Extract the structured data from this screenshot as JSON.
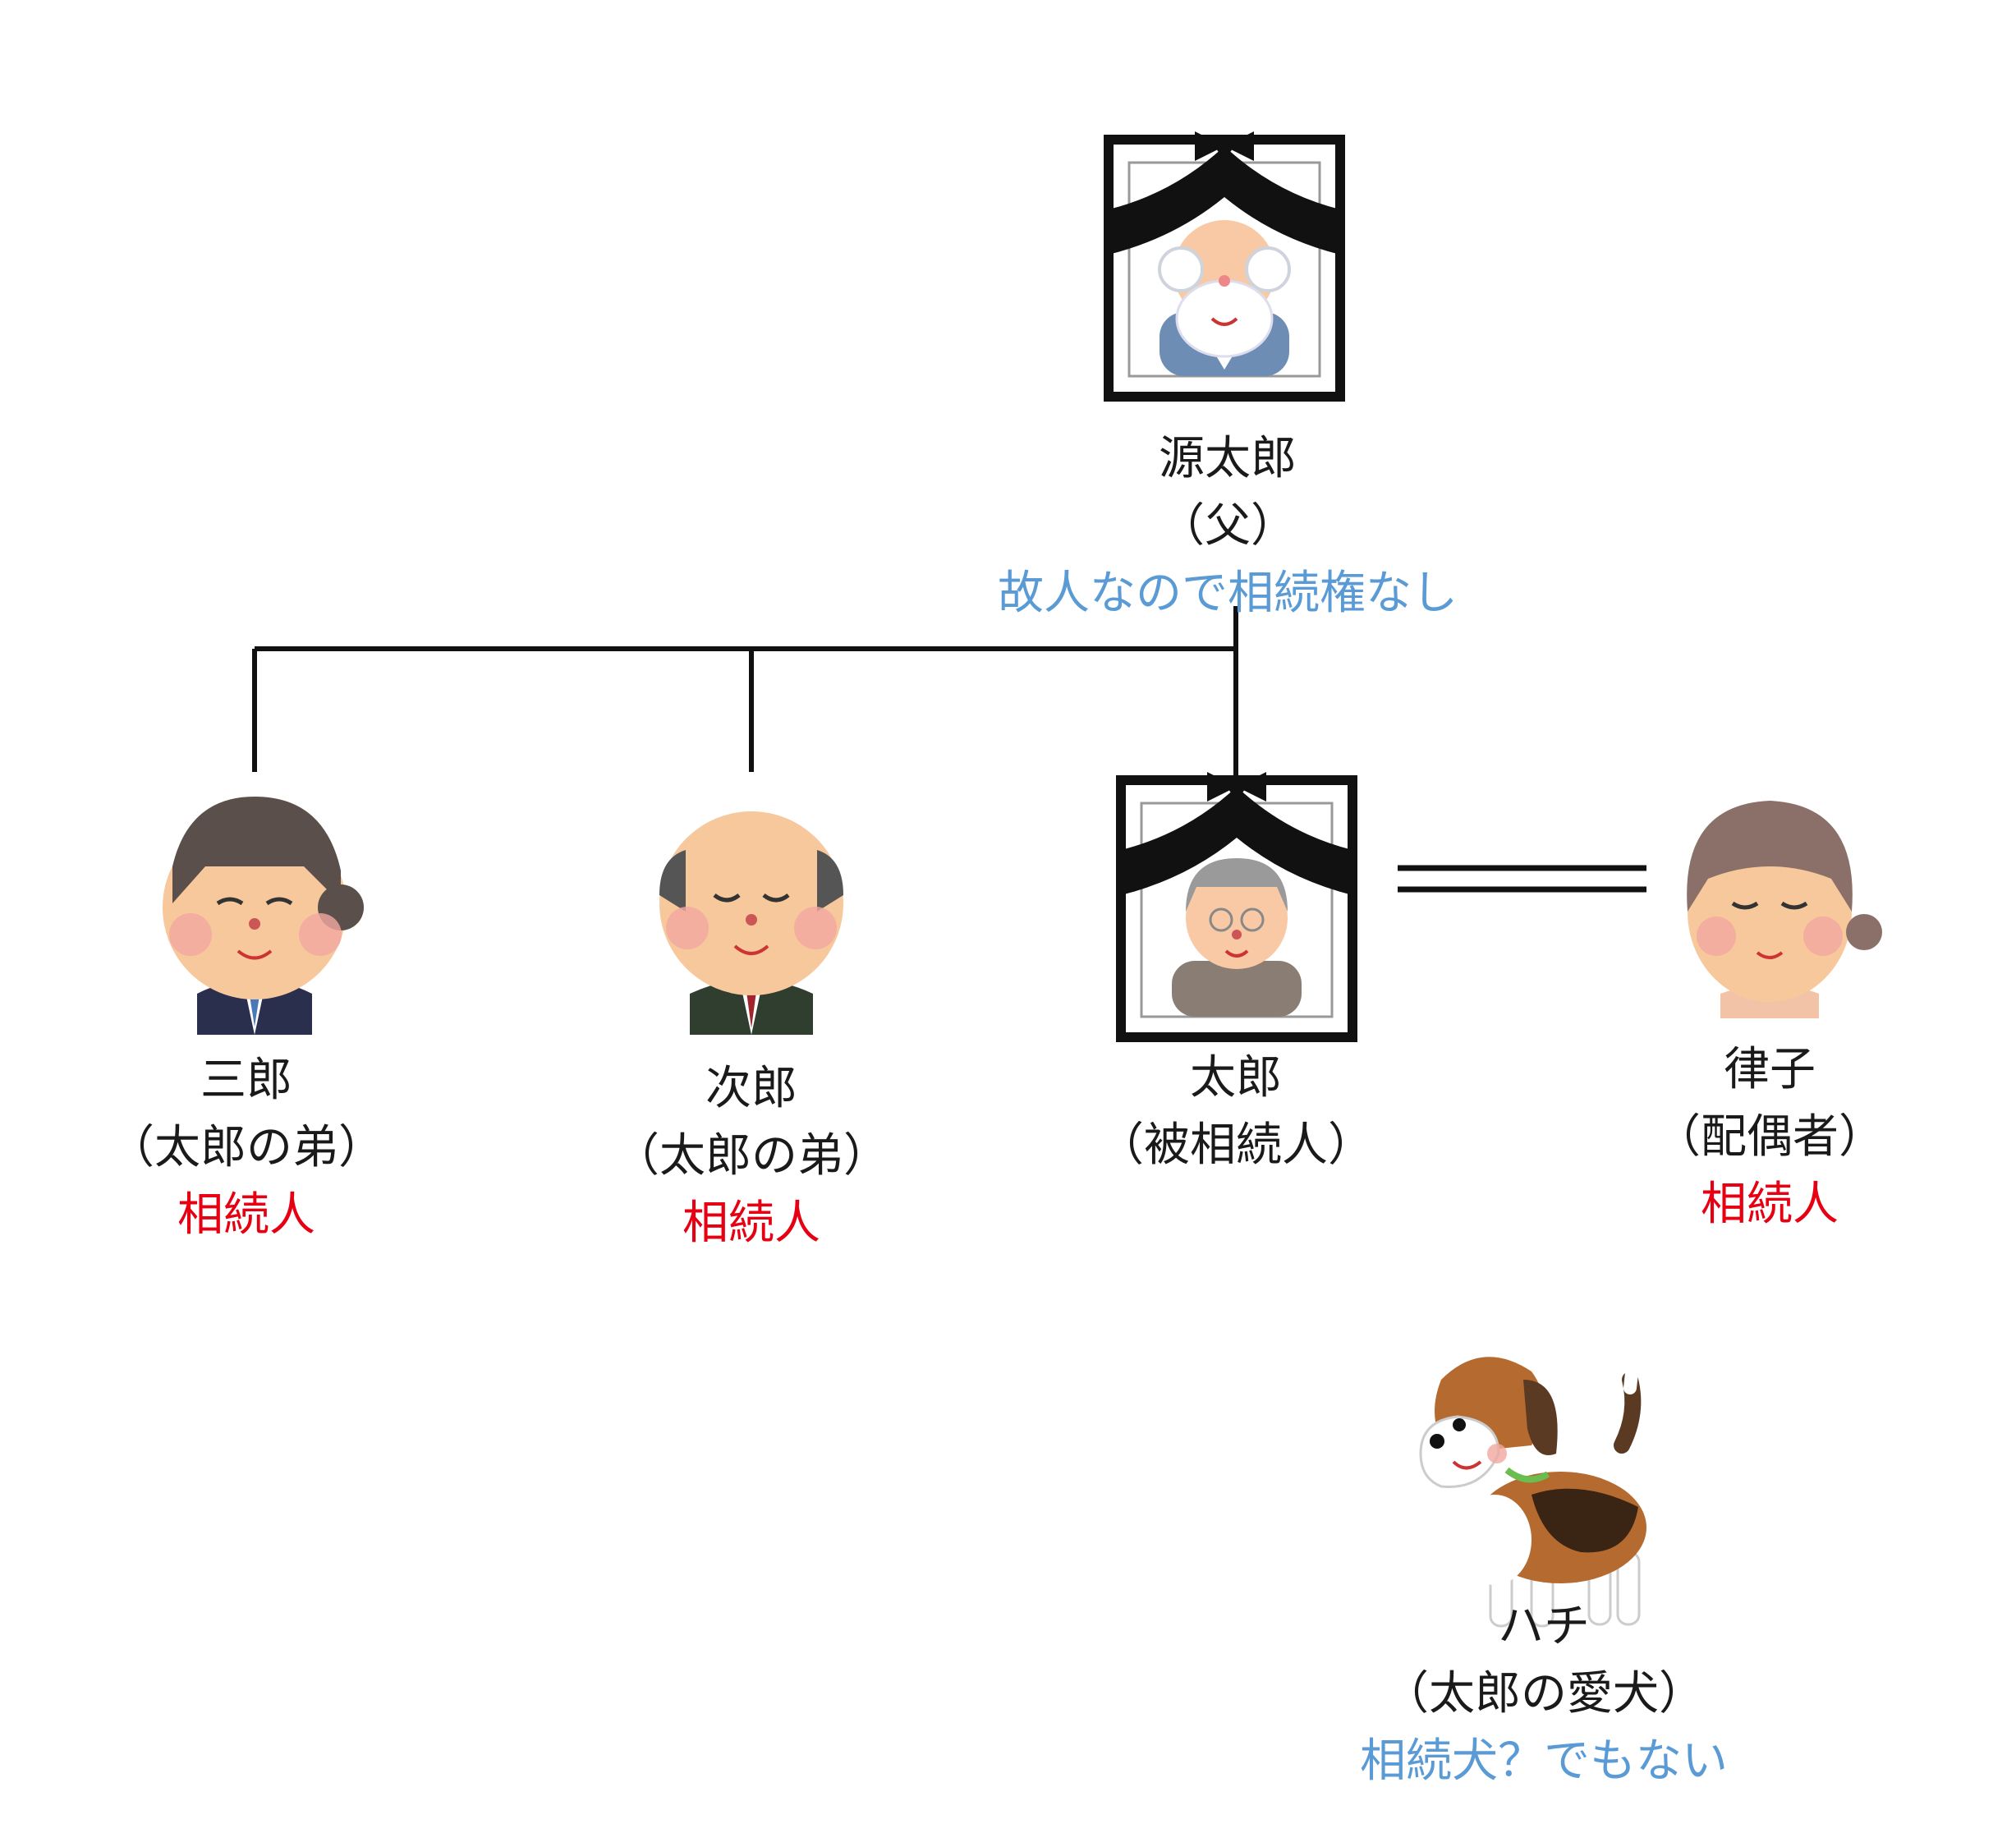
{
  "colors": {
    "heir": "#e60012",
    "not_heir": "#5b9bd5",
    "line": "#111111"
  },
  "father": {
    "name": "源太郎",
    "relation": "（父）",
    "status": "故人なので相続権なし",
    "icon": "memorial-portrait-elder-icon"
  },
  "saburo": {
    "name": "三郎",
    "relation": "（太郎の弟）",
    "status": "相続人",
    "icon": "middle-aged-man-icon"
  },
  "jiro": {
    "name": "次郎",
    "relation": "（太郎の弟）",
    "status": "相続人",
    "icon": "bald-man-icon"
  },
  "taro": {
    "name": "太郎",
    "relation": "（被相続人）",
    "icon": "memorial-portrait-icon"
  },
  "ritsuko": {
    "name": "律子",
    "relation": "（配偶者）",
    "status": "相続人",
    "icon": "elderly-woman-icon"
  },
  "hachi": {
    "name": "ハチ",
    "relation": "（太郎の愛犬）",
    "status": "相続犬？でもない",
    "icon": "beagle-dog-icon"
  }
}
